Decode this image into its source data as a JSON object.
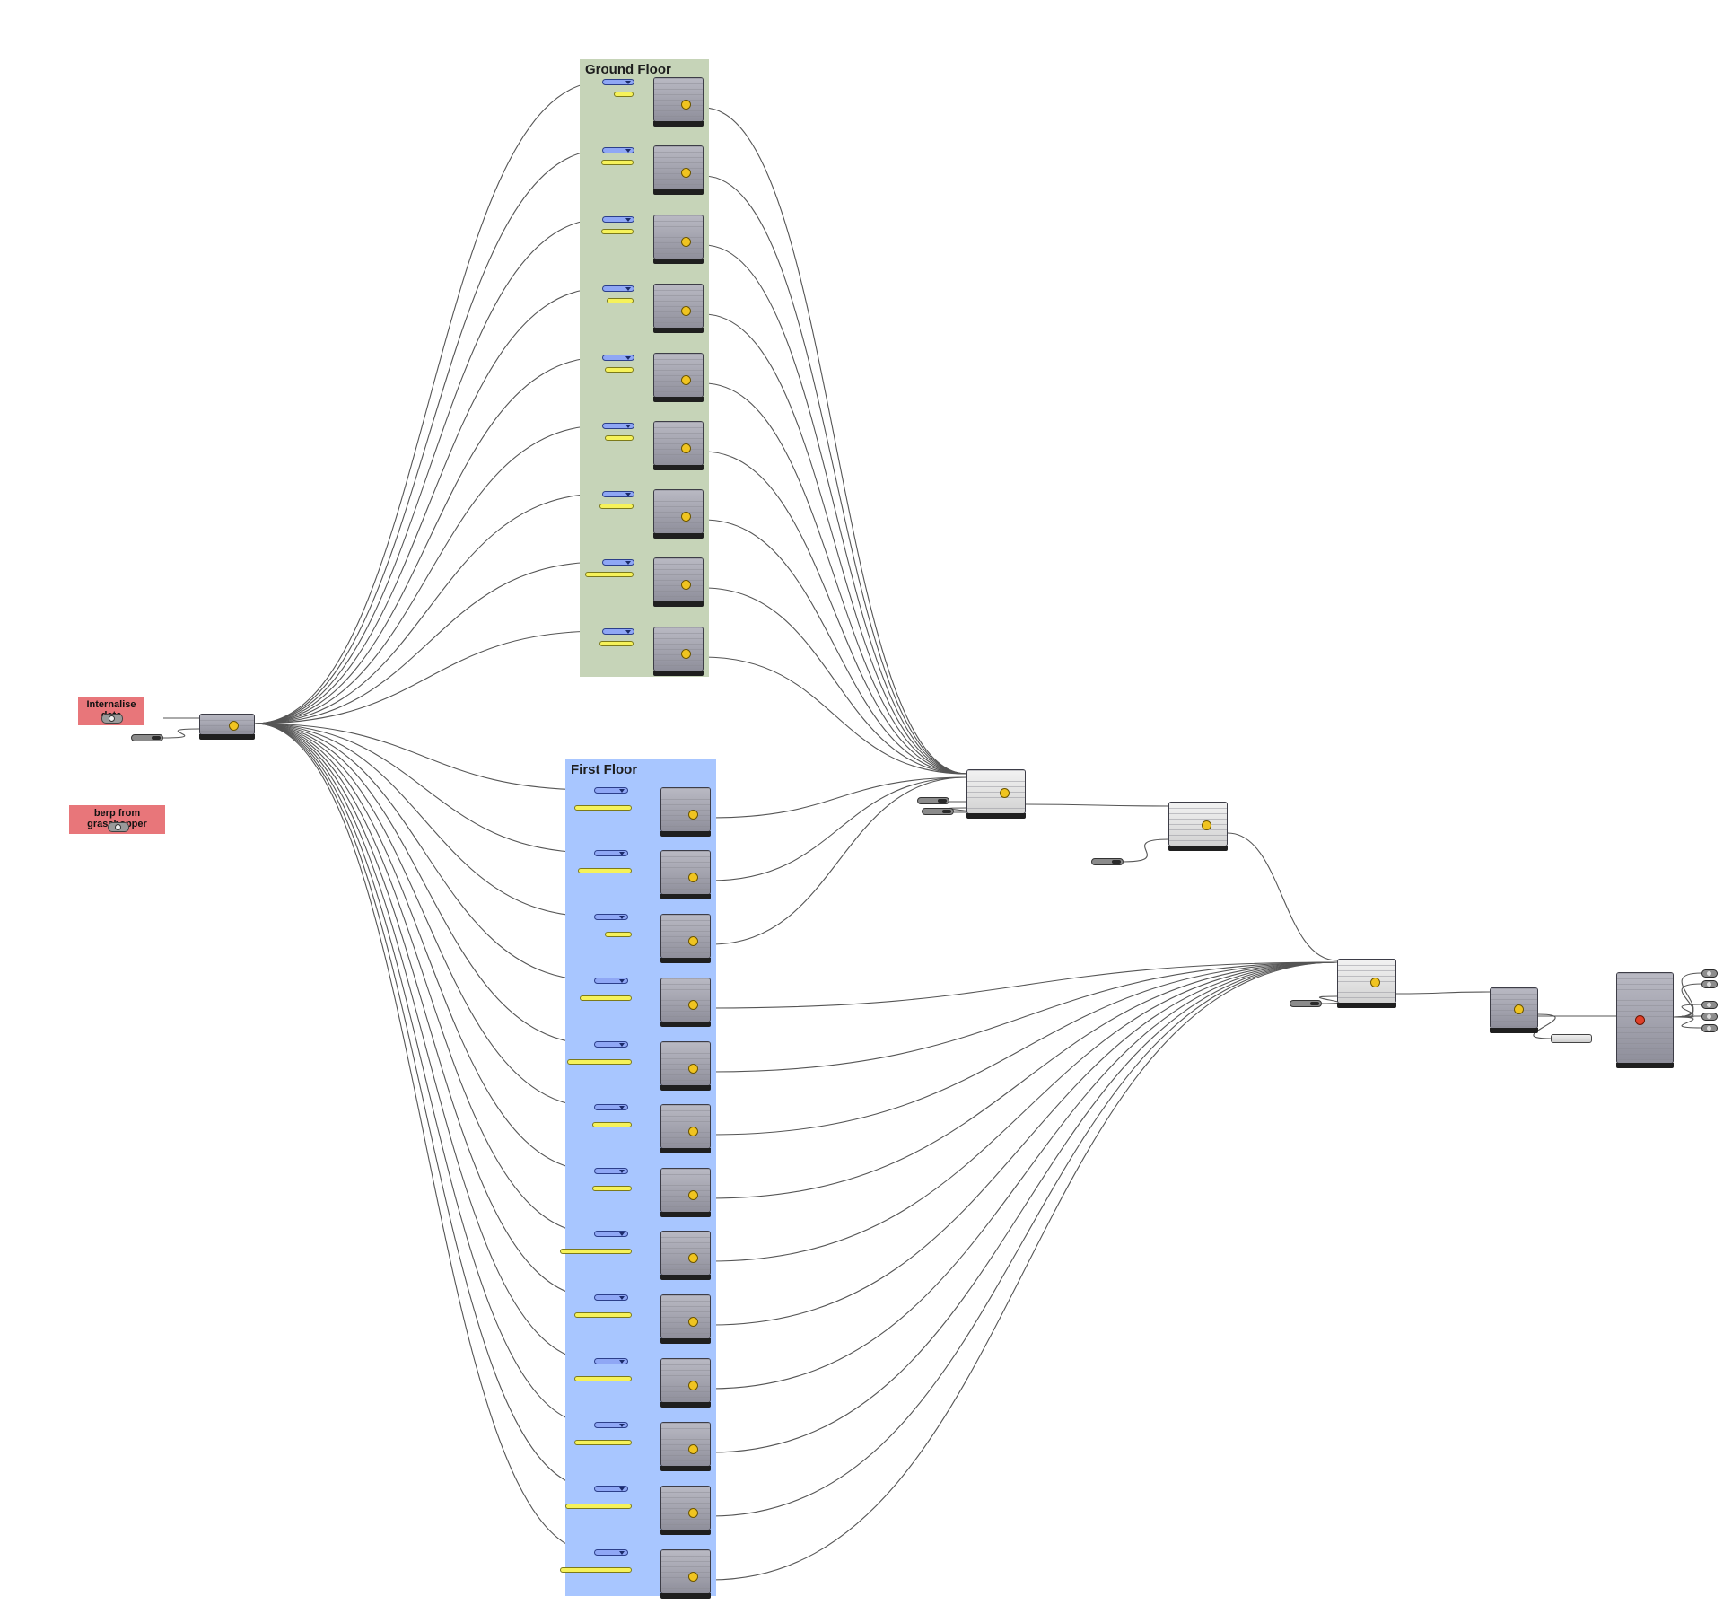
{
  "groups": {
    "ground_floor": {
      "title": "Ground Floor",
      "color": "#c6d4b8"
    },
    "first_floor": {
      "title": "First Floor",
      "color": "#a8c6ff"
    }
  },
  "notes": {
    "internalise": {
      "title": "Internalise data",
      "color": "#e8767a"
    },
    "berp": {
      "title": "berp from grasshopper",
      "color": "#e8767a"
    }
  },
  "colors": {
    "wire": "#555555",
    "component": "#9b9ba6",
    "value_list": "#8fa7f5",
    "panel": "#f6f25a",
    "badge": "#f0c420"
  },
  "icons": {
    "toggle": "toggle-switch-icon",
    "badge": "component-icon"
  },
  "counts": {
    "ground_floor_rooms": 9,
    "first_floor_rooms": 13,
    "outputs": 5
  }
}
